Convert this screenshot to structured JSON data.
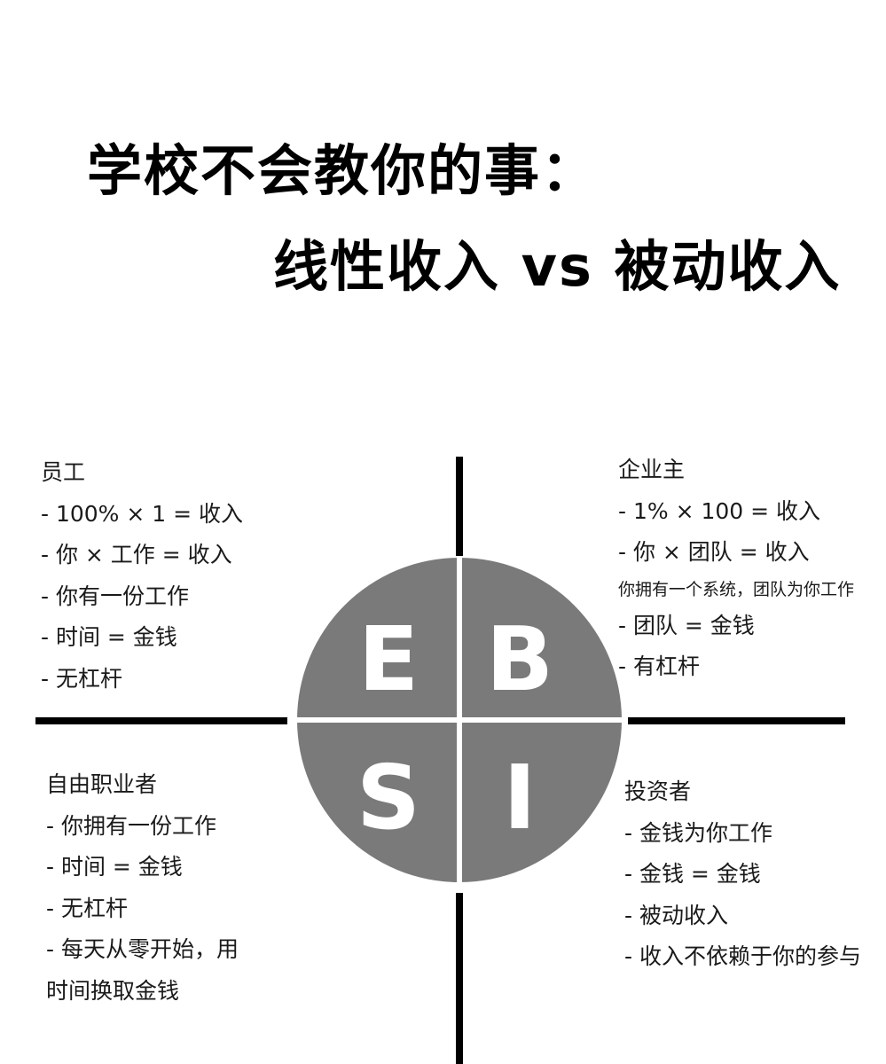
{
  "title": {
    "line1": "学校不会教你的事：",
    "line2": "线性收入 vs 被动收入"
  },
  "colors": {
    "circle_fill": "#7a7a7a",
    "letter": "#ffffff",
    "axis": "#000000"
  },
  "quadrants": {
    "E": {
      "letter": "E",
      "heading": "员工",
      "items": [
        "- 100% × 1 = 收入",
        "- 你 × 工作 = 收入",
        "- 你有一份工作",
        "- 时间 = 金钱",
        "- 无杠杆"
      ]
    },
    "B": {
      "letter": "B",
      "heading": "企业主",
      "items": [
        "- 1% × 100 = 收入",
        "- 你 × 团队 = 收入"
      ],
      "note": "你拥有一个系统，团队为你工作",
      "items2": [
        "- 团队 = 金钱",
        "- 有杠杆"
      ]
    },
    "S": {
      "letter": "S",
      "heading": "自由职业者",
      "items": [
        "- 你拥有一份工作",
        "- 时间 = 金钱",
        "- 无杠杆",
        "- 每天从零开始，用",
        "时间换取金钱"
      ]
    },
    "I": {
      "letter": "I",
      "heading": "投资者",
      "items": [
        "- 金钱为你工作",
        "- 金钱 = 金钱",
        "- 被动收入",
        "- 收入不依赖于你的参与"
      ]
    }
  }
}
